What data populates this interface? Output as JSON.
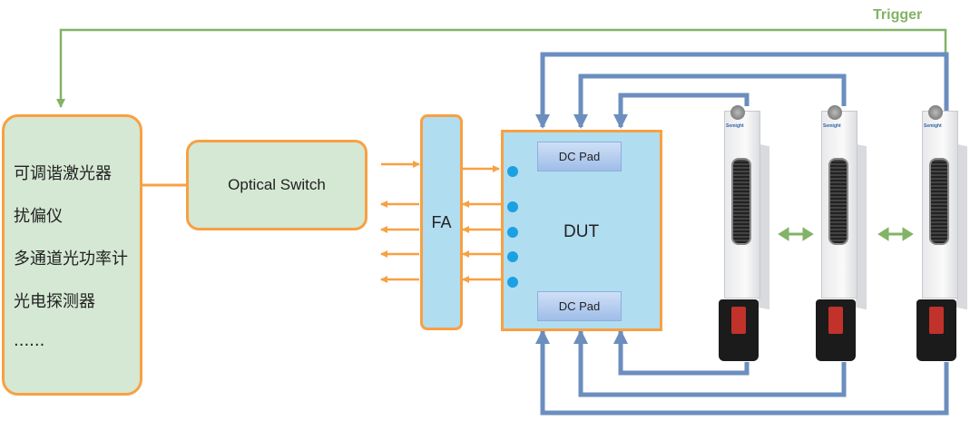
{
  "diagram": {
    "trigger_label": "Trigger",
    "instruments_box": {
      "items": [
        "可调谐激光器",
        "扰偏仪",
        "多通道光功率计",
        "光电探测器",
        "......"
      ]
    },
    "optical_switch_label": "Optical Switch",
    "fa_label": "FA",
    "dut": {
      "label": "DUT",
      "top_pad_label": "DC Pad",
      "bottom_pad_label": "DC Pad",
      "port_count": 5
    },
    "modules": [
      {
        "brand": "Semight"
      },
      {
        "brand": "Semight"
      },
      {
        "brand": "Semight"
      }
    ],
    "colors": {
      "orange": "#f8a042",
      "green": "#82b366",
      "blue_line": "#6c8ebf",
      "box_green": "#d5e8d4",
      "box_blue": "#b1ddf0",
      "port_dot": "#1ba1e2"
    }
  }
}
